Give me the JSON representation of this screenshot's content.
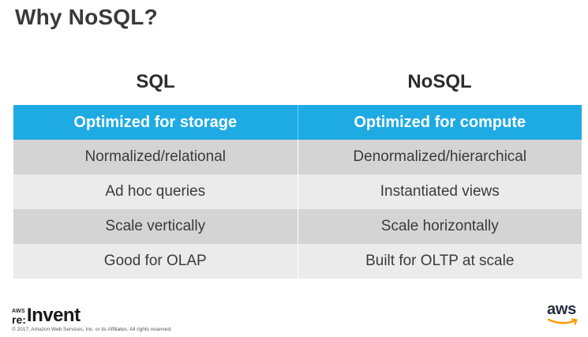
{
  "slide": {
    "title": "Why NoSQL?"
  },
  "comparison": {
    "columns": [
      "SQL",
      "NoSQL"
    ],
    "header": [
      "Optimized for storage",
      "Optimized for compute"
    ],
    "rows": [
      [
        "Normalized/relational",
        "Denormalized/hierarchical"
      ],
      [
        "Ad hoc queries",
        "Instantiated views"
      ],
      [
        "Scale vertically",
        "Scale horizontally"
      ],
      [
        "Good for OLAP",
        "Built for OLTP at scale"
      ]
    ]
  },
  "footer": {
    "logo_aws_small": "AWS",
    "logo_re": "re:",
    "logo_invent": "Invent",
    "copyright": "© 2017, Amazon Web Services, Inc. or its Affiliates. All rights reserved.",
    "aws_logo_text": "aws"
  },
  "colors": {
    "header_blue": "#1eabe3",
    "row_dark": "#d4d4d4",
    "row_light": "#ebebeb",
    "aws_orange": "#ff9900"
  }
}
